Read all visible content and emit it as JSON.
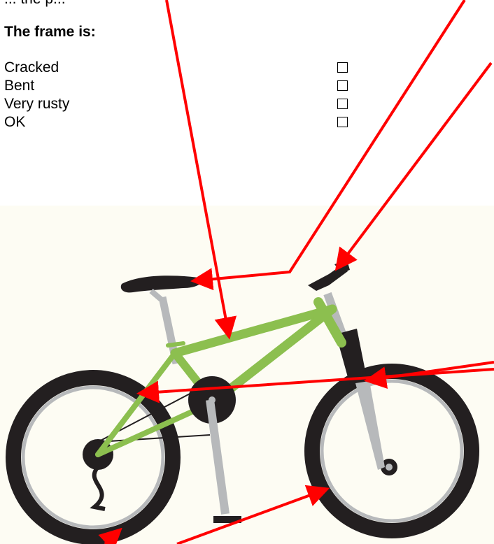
{
  "top_cut_text": "... the p...",
  "frame_question": {
    "heading": "The frame is:",
    "options": [
      {
        "label": "Cracked",
        "checked": false
      },
      {
        "label": "Bent",
        "checked": false
      },
      {
        "label": "Very rusty",
        "checked": false
      },
      {
        "label": "OK",
        "checked": false
      }
    ]
  },
  "colors": {
    "frame": "#8cbf4f",
    "tyre": "#231f20",
    "rim": "#b7b9bb",
    "arrow": "#ff0000",
    "background": "#fdfcf3"
  },
  "illustration": {
    "subject": "bicycle",
    "callout_arrows": 7
  }
}
